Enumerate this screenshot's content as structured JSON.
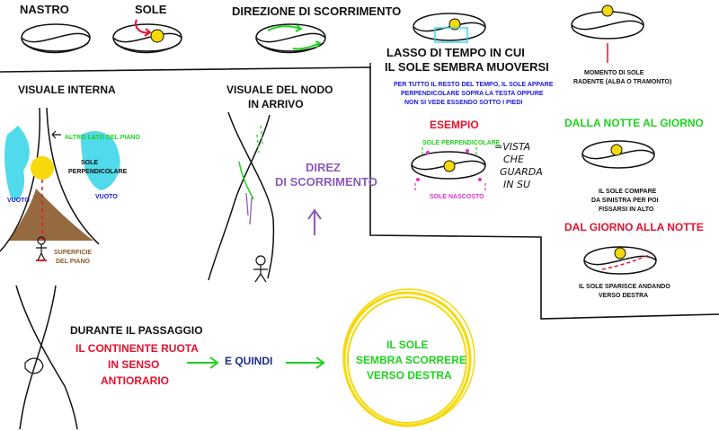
{
  "titles": {
    "nastro": "NASTRO",
    "sole": "SOLE",
    "direzione": "DIREZIONE DI SCORRIMENTO",
    "lasso_1": "LASSO DI TEMPO IN CUI",
    "lasso_2": "IL SOLE SEMBRA MUOVERSI",
    "visuale_interna": "VISUALE INTERNA",
    "visuale_nodo_1": "VISUALE DEL NODO",
    "visuale_nodo_2": "IN ARRIVO",
    "esempio": "ESEMPIO",
    "notte_giorno": "DALLA NOTTE AL GIORNO",
    "giorno_notte": "DAL GIORNO ALLA NOTTE",
    "durante": "DURANTE IL PASSAGGIO"
  },
  "notes": {
    "resto_1": "PER TUTTO IL RESTO DEL TEMPO, IL SOLE APPARE",
    "resto_2": "PERPENDICOLARE SOPRA LA TESTA OPPURE",
    "resto_3": "NON SI VEDE ESSENDO SOTTO I PIEDI",
    "momento_1": "MOMENTO DI SOLE",
    "momento_2": "RADENTE (ALBA O TRAMONTO)",
    "altro_lato": "ALTRO LATO DEL PIANO",
    "sole_perp_1": "SOLE",
    "sole_perp_2": "PERPENDICOLARE",
    "vuoto_left": "VUOTO",
    "vuoto_right": "VUOTO",
    "superficie_1": "SUPERFICIE",
    "superficie_2": "DEL PIANO",
    "direz_1": "DIREZ",
    "direz_2": "DI SCORRIMENTO",
    "esempio_perp": "SOLE PERPENDICOLARE",
    "esempio_nascosto": "SOLE NASCOSTO",
    "vista_1": "=VISTA",
    "vista_2": "CHE",
    "vista_3": "GUARDA",
    "vista_4": "IN SU",
    "compare_1": "IL SOLE COMPARE",
    "compare_2": "DA SINISTRA PER POI",
    "compare_3": "FISSARSI IN ALTO",
    "sparisce_1": "IL SOLE SPARISCE ANDANDO",
    "sparisce_2": "VERSO DESTRA",
    "continente_1": "IL CONTINENTE RUOTA",
    "continente_2": "IN SENSO",
    "continente_3": "ANTIORARIO",
    "e_quindi": "E QUINDI",
    "scorrere_1": "IL SOLE",
    "scorrere_2": "SEMBRA SCORRERE",
    "scorrere_3": "VERSO DESTRA"
  },
  "colors": {
    "ink": "#111111",
    "blue": "#1a1adb",
    "red": "#e8112d",
    "green": "#1fd11f",
    "cyan": "#33d4e8",
    "brown": "#8b5a2b",
    "purple": "#8a5cb8",
    "magenta": "#e033c8",
    "sun": "#f5d90a",
    "navy": "#1c2f8a"
  }
}
